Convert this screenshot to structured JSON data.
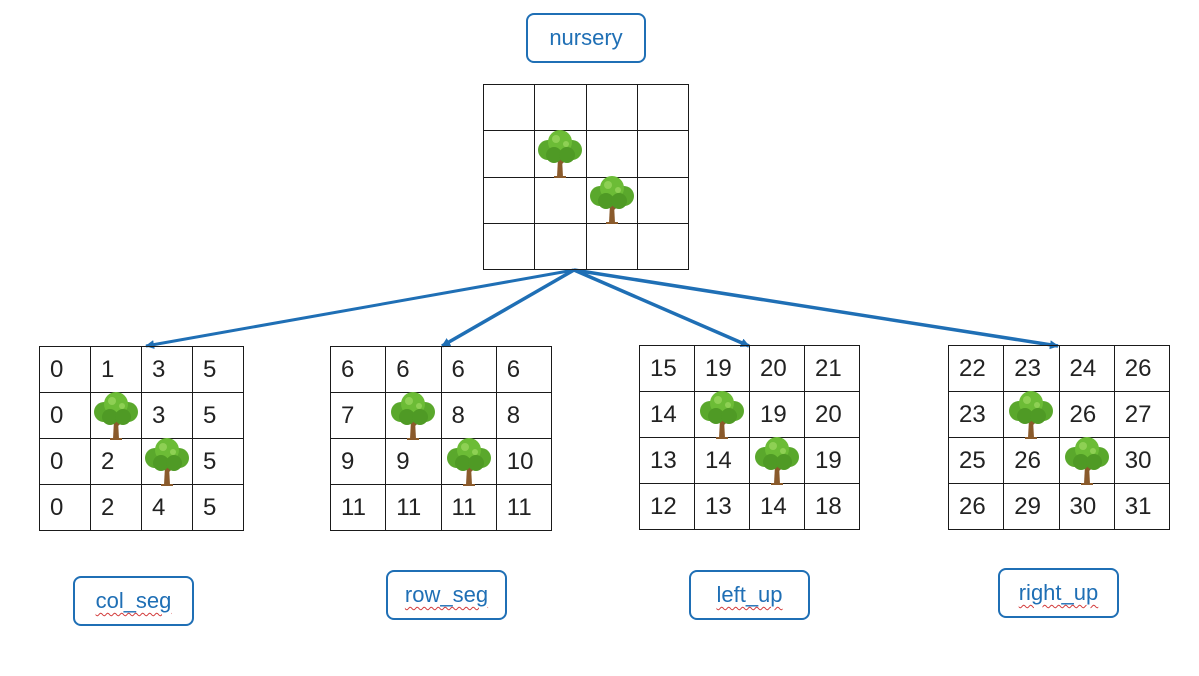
{
  "root": {
    "label": "nursery",
    "cells": [
      [
        "",
        "",
        "",
        ""
      ],
      [
        "",
        "",
        "",
        ""
      ],
      [
        "",
        "",
        "",
        ""
      ],
      [
        "",
        "",
        "",
        ""
      ]
    ],
    "trees": [
      [
        1,
        1
      ],
      [
        2,
        2
      ]
    ]
  },
  "children": [
    {
      "label": "col_seg",
      "cells": [
        [
          "0",
          "1",
          "3",
          "5"
        ],
        [
          "0",
          "",
          "3",
          "5"
        ],
        [
          "0",
          "2",
          "",
          "5"
        ],
        [
          "0",
          "2",
          "4",
          "5"
        ]
      ],
      "trees": [
        [
          1,
          1
        ],
        [
          2,
          2
        ]
      ]
    },
    {
      "label": "row_seg",
      "cells": [
        [
          "6",
          "6",
          "6",
          "6"
        ],
        [
          "7",
          "",
          "8",
          "8"
        ],
        [
          "9",
          "9",
          "",
          "10"
        ],
        [
          "11",
          "11",
          "11",
          "11"
        ]
      ],
      "trees": [
        [
          1,
          1
        ],
        [
          2,
          2
        ]
      ]
    },
    {
      "label": "left_up",
      "cells": [
        [
          "15",
          "19",
          "20",
          "21"
        ],
        [
          "14",
          "",
          "19",
          "20"
        ],
        [
          "13",
          "14",
          "",
          "19"
        ],
        [
          "12",
          "13",
          "14",
          "18"
        ]
      ],
      "trees": [
        [
          1,
          1
        ],
        [
          2,
          2
        ]
      ]
    },
    {
      "label": "right_up",
      "cells": [
        [
          "22",
          "23",
          "24",
          "26"
        ],
        [
          "23",
          "",
          "26",
          "27"
        ],
        [
          "25",
          "26",
          "",
          "30"
        ],
        [
          "26",
          "29",
          "30",
          "31"
        ]
      ],
      "trees": [
        [
          1,
          1
        ],
        [
          2,
          2
        ]
      ]
    }
  ],
  "colors": {
    "accent": "#1f6fb5",
    "grid_line": "#1a1a1a",
    "tree_foliage": "#5aa82c",
    "tree_trunk": "#8a5a2b",
    "squiggle": "#d23a3a"
  },
  "icons": {
    "tree": "tree-icon"
  }
}
